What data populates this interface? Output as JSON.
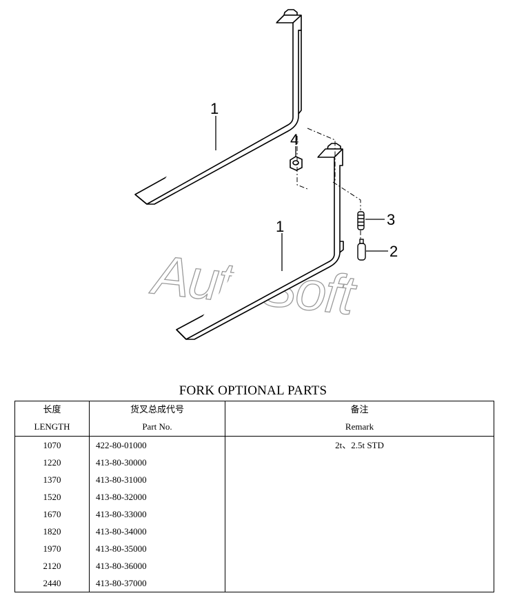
{
  "diagram": {
    "callouts": [
      "1",
      "4",
      "3",
      "1",
      "2"
    ],
    "watermark": "AutoSoft"
  },
  "table": {
    "title": "FORK OPTIONAL PARTS",
    "headers": [
      {
        "zh": "长度",
        "en": "LENGTH"
      },
      {
        "zh": "货叉总成代号",
        "en": "Part No."
      },
      {
        "zh": "备注",
        "en": "Remark"
      }
    ],
    "rows": [
      {
        "length": "1070",
        "part_no": "422-80-01000",
        "remark": "2t、2.5t STD"
      },
      {
        "length": "1220",
        "part_no": "413-80-30000",
        "remark": ""
      },
      {
        "length": "1370",
        "part_no": "413-80-31000",
        "remark": ""
      },
      {
        "length": "1520",
        "part_no": "413-80-32000",
        "remark": ""
      },
      {
        "length": "1670",
        "part_no": "413-80-33000",
        "remark": ""
      },
      {
        "length": "1820",
        "part_no": "413-80-34000",
        "remark": ""
      },
      {
        "length": "1970",
        "part_no": "413-80-35000",
        "remark": ""
      },
      {
        "length": "2120",
        "part_no": "413-80-36000",
        "remark": ""
      },
      {
        "length": "2440",
        "part_no": "413-80-37000",
        "remark": ""
      }
    ]
  }
}
